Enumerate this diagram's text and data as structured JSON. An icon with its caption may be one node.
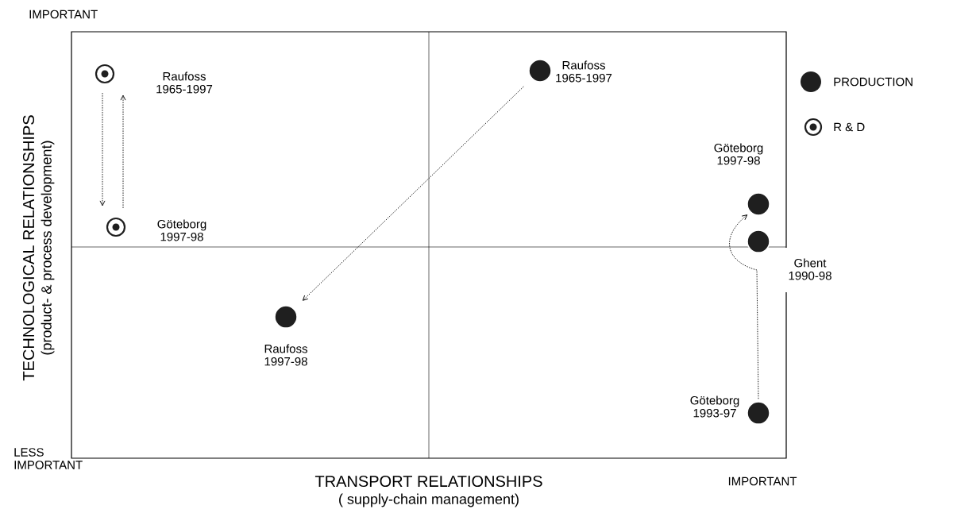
{
  "diagram": {
    "nodes": [
      {
        "text": [],
        "shape": "ring",
        "beside": [
          "Raufoss 1965-1997"
        ]
      },
      {
        "text": [],
        "shape": "ring",
        "beside": [
          "Göteborg 1997-98"
        ]
      },
      {
        "text": [],
        "shape": "circle",
        "beside": [
          "Raufoss 1965-1997"
        ]
      },
      {
        "text": [],
        "shape": "circle",
        "beside": [
          "Göteborg 1997-98"
        ]
      },
      {
        "text": [],
        "shape": "circle",
        "beside": [
          "Ghent 1990-98"
        ]
      },
      {
        "text": [],
        "shape": "circle",
        "beside": [
          "Raufoss 1997-98"
        ]
      },
      {
        "text": [],
        "shape": "circle",
        "beside": [
          "Göteborg 1993-97"
        ]
      }
    ],
    "edges": [
      {
        "from": 0,
        "to": 1,
        "arrow": "to",
        "style": "dashed"
      },
      {
        "from": 1,
        "to": 0,
        "arrow": "to",
        "style": "dashed"
      },
      {
        "from": 2,
        "to": 5,
        "arrow": "to",
        "style": "dashed"
      },
      {
        "from": 6,
        "to": 3,
        "arrow": "to",
        "style": "dashed"
      }
    ],
    "labels": [
      "IMPORTANT",
      "TECHNOLOGICAL RELATIONSHIPS",
      "(product- & process development)",
      "LESS IMPORTANT",
      "TRANSPORT RELATIONSHIPS",
      "( supply-chain management)",
      "IMPORTANT"
    ],
    "legend": [
      {
        "text": "PRODUCTION"
      },
      {
        "text": "R & D"
      }
    ]
  }
}
